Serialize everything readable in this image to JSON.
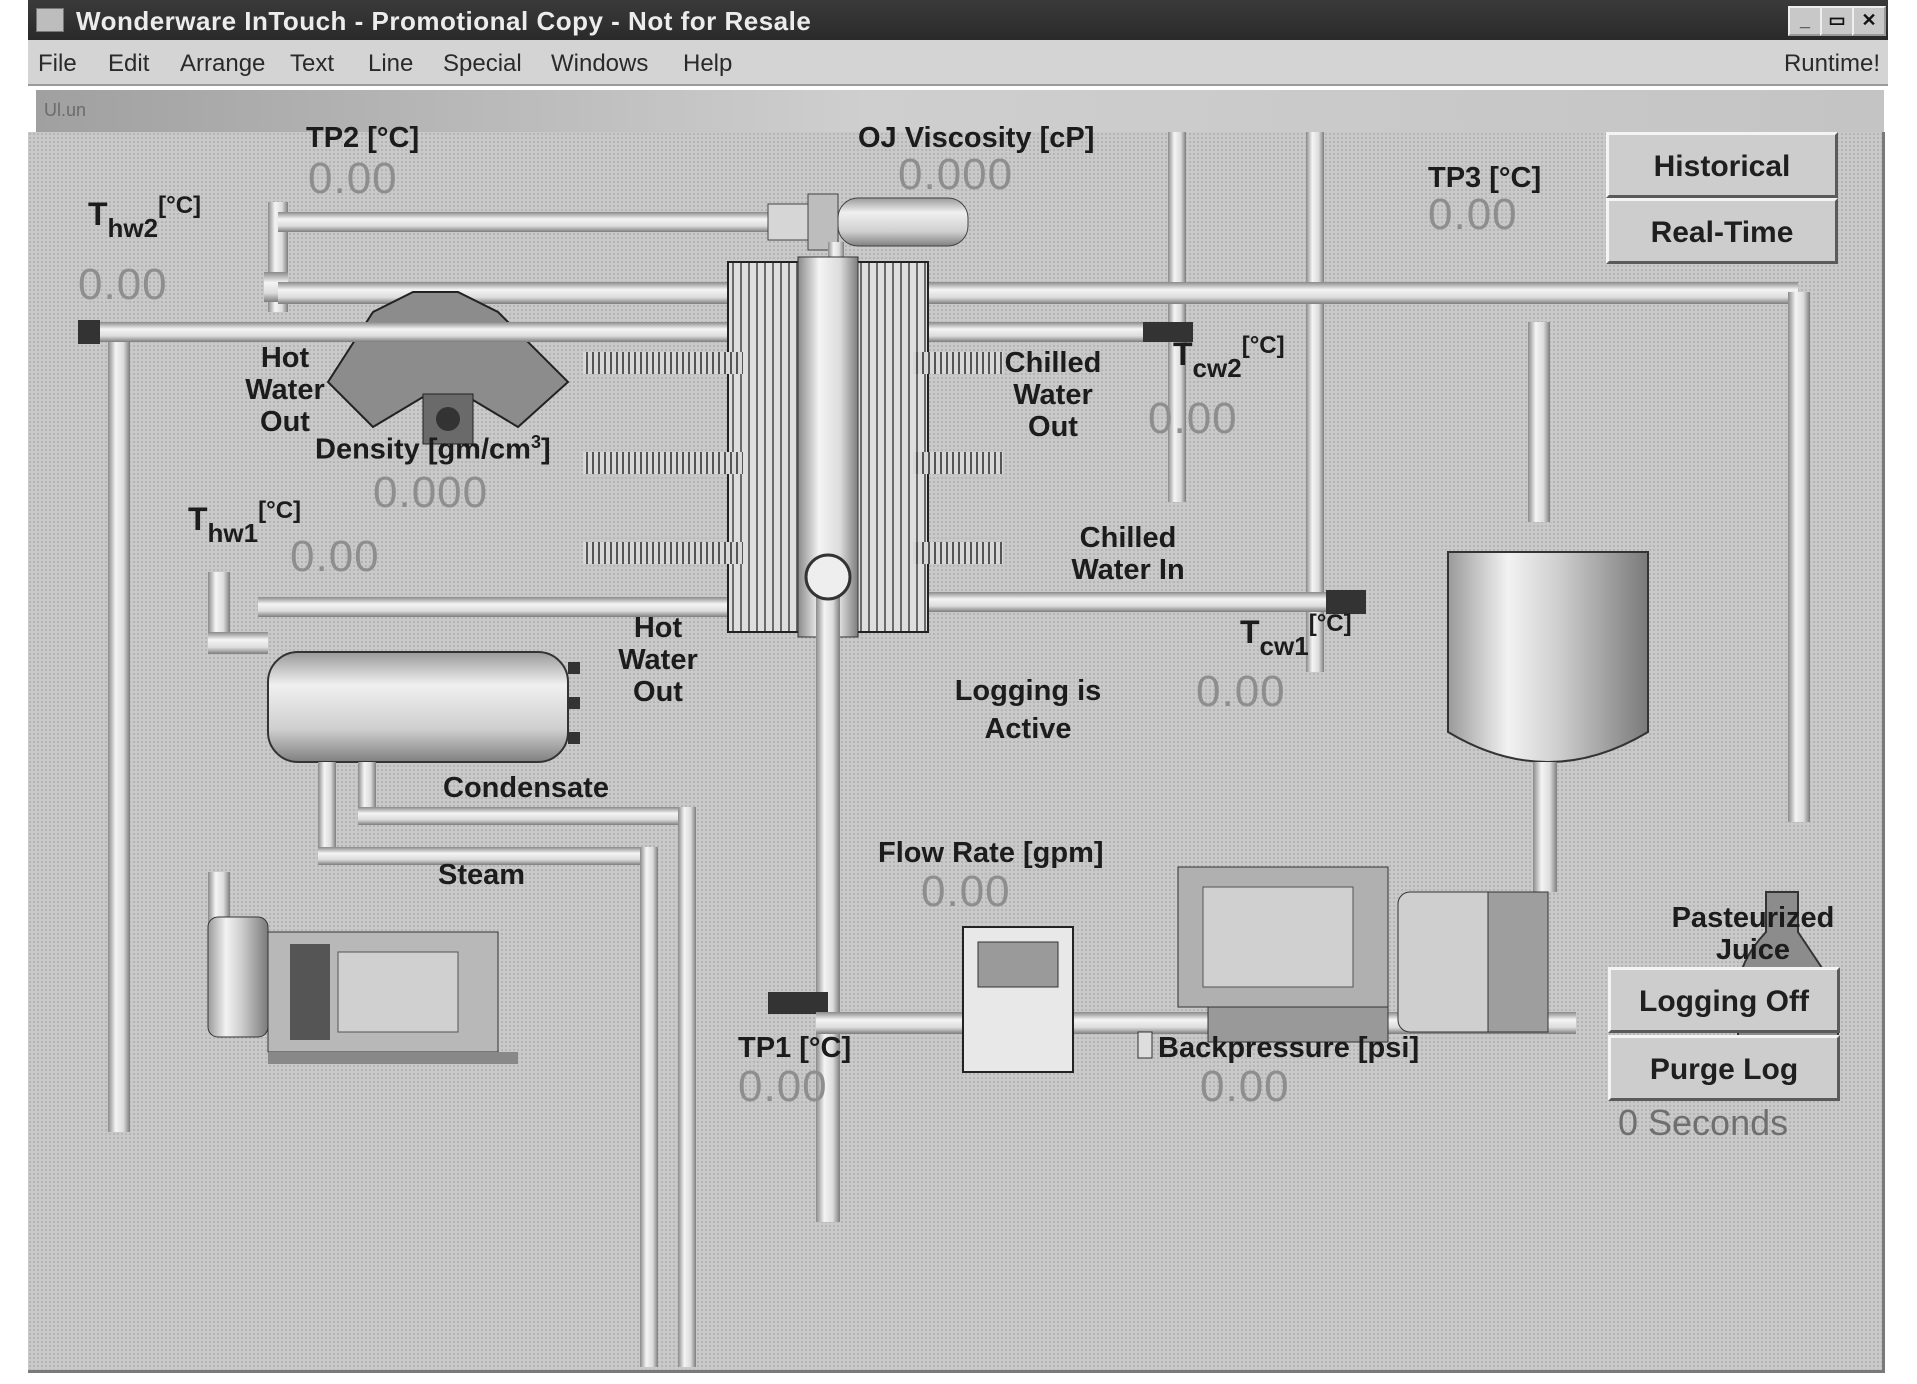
{
  "window": {
    "title": "Wonderware InTouch - Promotional Copy - Not for Resale",
    "minimize_label": "_",
    "restore_label": "▭",
    "close_label": "✕"
  },
  "menu": {
    "items": [
      "File",
      "Edit",
      "Arrange",
      "Text",
      "Line",
      "Special",
      "Windows",
      "Help"
    ],
    "runtime_label": "Runtime!"
  },
  "subbar": {
    "text": "Ul.un"
  },
  "labels": {
    "tp2": "TP2 [°C]",
    "oj_viscosity": "OJ Viscosity [cP]",
    "tp3": "TP3 [°C]",
    "hot_water_out_top": [
      "Hot",
      "Water",
      "Out"
    ],
    "chilled_water_out": [
      "Chilled",
      "Water",
      "Out"
    ],
    "density": "Density [gm/cm",
    "density_sup": "3",
    "density_end": "]",
    "chilled_water_in": [
      "Chilled",
      "Water In"
    ],
    "hot_water_out_bottom": [
      "Hot",
      "Water",
      "Out"
    ],
    "logging_status": [
      "Logging is",
      "Active"
    ],
    "condensate": "Condensate",
    "steam": "Steam",
    "flow_rate": "Flow Rate [gpm]",
    "tp1": "TP1 [°C]",
    "backpressure": "Backpressure [psi]",
    "pasteurized_juice": [
      "Pasteurized",
      "Juice"
    ]
  },
  "symbols": {
    "thw2": {
      "main": "T",
      "sub": "hw2",
      "sup": "[°C]"
    },
    "thw1": {
      "main": "T",
      "sub": "hw1",
      "sup": "[°C]"
    },
    "tcw2": {
      "main": "T",
      "sub": "cw2",
      "sup": "[°C]"
    },
    "tcw1": {
      "main": "T",
      "sub": "cw1",
      "sup": "[°C]"
    }
  },
  "values": {
    "tp2": "0.00",
    "oj_viscosity": "0.000",
    "tp3": "0.00",
    "thw2": "0.00",
    "tcw2": "0.00",
    "density": "0.000",
    "thw1": "0.00",
    "tcw1": "0.00",
    "flow_rate": "0.00",
    "tp1": "0.00",
    "backpressure": "0.00"
  },
  "buttons": {
    "historical": "Historical",
    "real_time": "Real-Time",
    "logging_off": "Logging Off",
    "purge_log": "Purge Log"
  },
  "timer": "0 Seconds",
  "colors": {
    "panel_background": "#c9c9c9",
    "pipe": "#e2e2e2",
    "label_text": "#1c1c1c",
    "value_text": "#8e8e8e"
  }
}
